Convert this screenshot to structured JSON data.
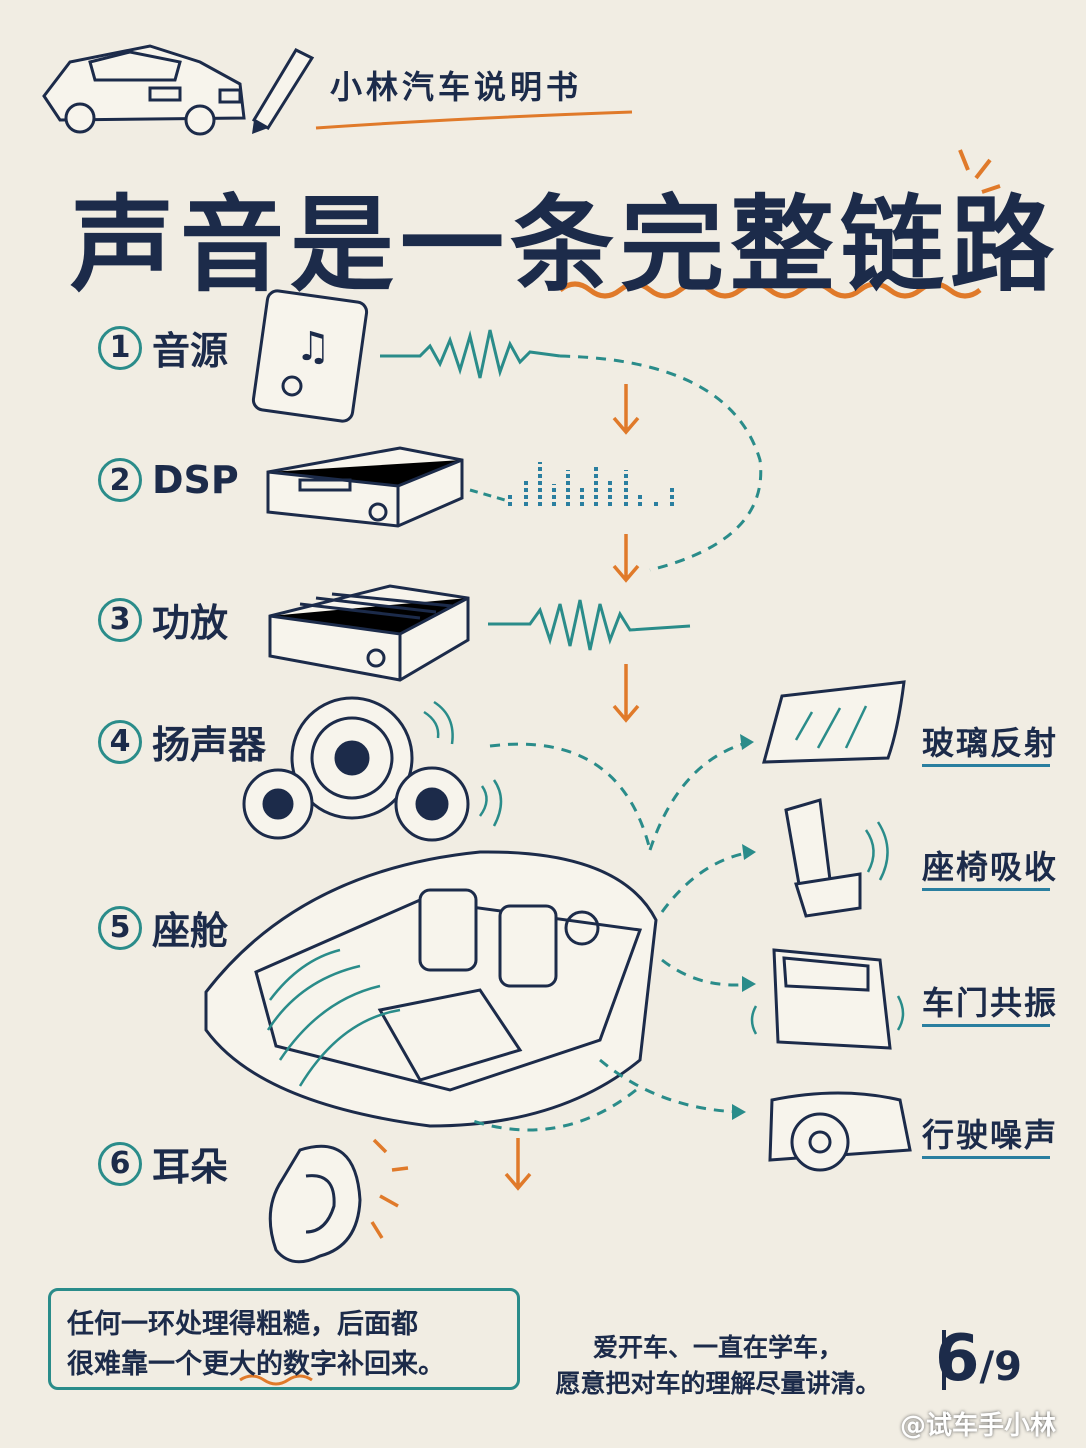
{
  "header": {
    "brand": "小林汽车说明书",
    "title": "声音是一条完整链路"
  },
  "chain": [
    {
      "num": "1",
      "label": "音源"
    },
    {
      "num": "2",
      "label": "DSP"
    },
    {
      "num": "3",
      "label": "功放"
    },
    {
      "num": "4",
      "label": "扬声器"
    },
    {
      "num": "5",
      "label": "座舱"
    },
    {
      "num": "6",
      "label": "耳朵"
    }
  ],
  "effects": [
    {
      "label": "玻璃反射"
    },
    {
      "label": "座椅吸收"
    },
    {
      "label": "车门共振"
    },
    {
      "label": "行驶噪声"
    }
  ],
  "note": {
    "line1": "任何一环处理得粗糙，后面都",
    "line2": "很难靠一个更大的数字补回来。"
  },
  "motto": {
    "line1": "爱开车、一直在学车，",
    "line2": "愿意把对车的理解尽量讲清。"
  },
  "page": {
    "current": "6",
    "total": "9"
  },
  "watermark": "@试车手小林",
  "colors": {
    "ink": "#1c2b4a",
    "teal": "#2a8c8a",
    "orange": "#e07a2a",
    "paper": "#f1ede3"
  },
  "icons": [
    "car-sketch-icon",
    "pen-icon",
    "phone-music-icon",
    "dsp-unit-icon",
    "amplifier-icon",
    "speakers-icon",
    "cabin-icon",
    "ear-icon",
    "windshield-icon",
    "seat-icon",
    "door-icon",
    "wheel-icon"
  ]
}
